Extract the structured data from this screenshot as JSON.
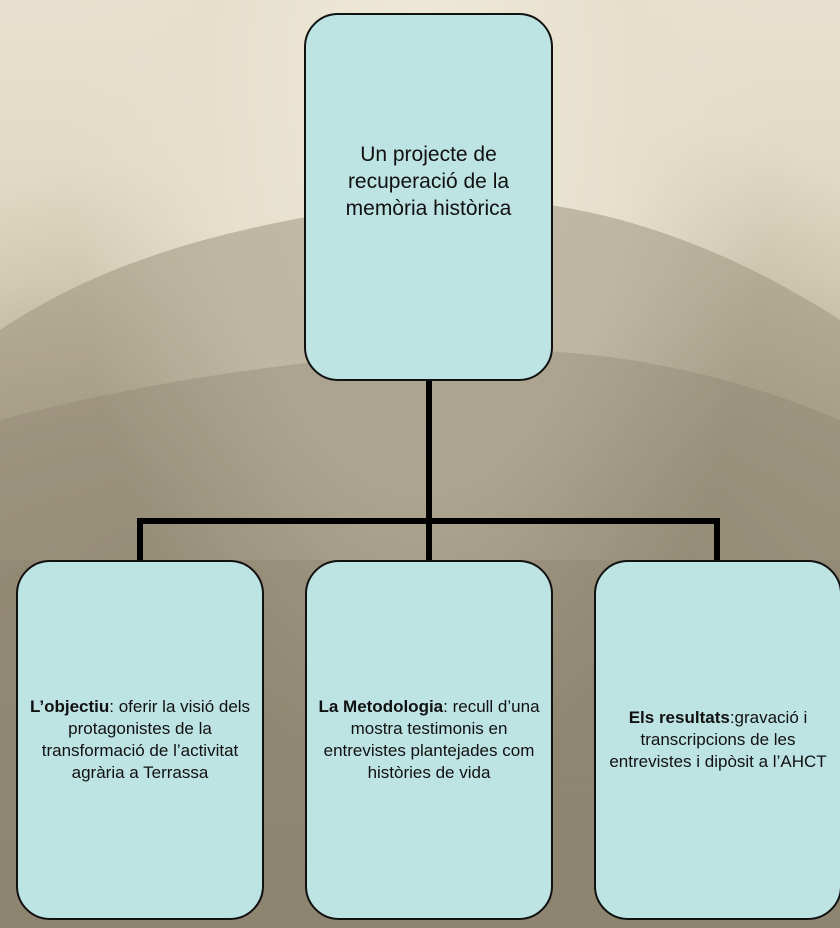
{
  "diagram": {
    "root": {
      "text": "Un projecte de recuperació de la memòria històrica"
    },
    "children": [
      {
        "bold": "L’objectiu",
        "text": ": oferir la visió dels protagonistes de la transformació de l’activitat agrària a Terrassa"
      },
      {
        "bold": "La Metodologia",
        "text": ": recull d’una mostra testimonis en entrevistes plantejades com històries de vida"
      },
      {
        "bold": "Els resultats",
        "text": ":gravació i transcripcions de les entrevistes i dipòsit a l’AHCT"
      }
    ],
    "colors": {
      "box_fill": "#bde3e3",
      "box_border": "#111111",
      "connector": "#000000",
      "background": "#d8cfb8"
    }
  }
}
